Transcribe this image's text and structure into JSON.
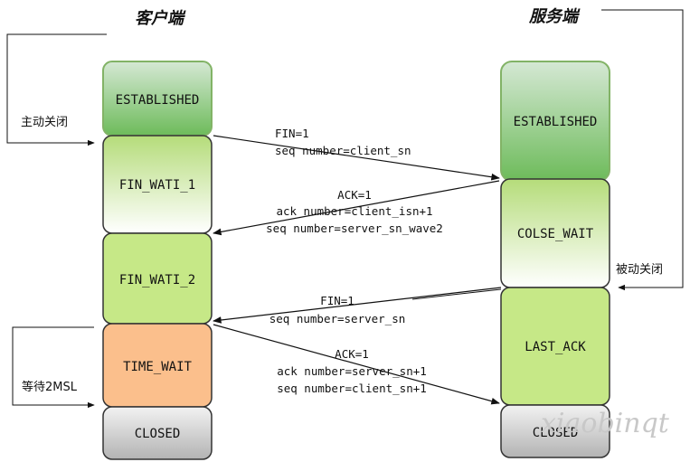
{
  "titles": {
    "client": "客户端",
    "server": "服务端"
  },
  "client_states": [
    "ESTABLISHED",
    "FIN_WATI_1",
    "FIN_WATI_2",
    "TIME_WAIT",
    "CLOSED"
  ],
  "server_states": [
    "ESTABLISHED",
    "COLSE_WAIT",
    "LAST_ACK",
    "CLOSED"
  ],
  "side_labels": {
    "client_close": "主动关闭",
    "server_close": "被动关闭",
    "wait": "等待2MSL"
  },
  "messages": [
    {
      "lines": [
        "FIN=1",
        "seq number=client_sn"
      ]
    },
    {
      "lines": [
        "ACK=1",
        "ack number=client_isn+1",
        "seq number=server_sn_wave2"
      ]
    },
    {
      "lines": [
        "FIN=1",
        "seq number=server_sn"
      ]
    },
    {
      "lines": [
        "ACK=1",
        "ack number=server_sn+1",
        "seq number=client_sn+1"
      ]
    }
  ],
  "watermark": "xiaobinqt",
  "colors": {
    "green_dark": "#7cc26a",
    "green_light": "#ffffff",
    "lime": "#c6e887",
    "lime_light": "#ffffff",
    "orange": "#fbbf8c",
    "gray": "#c8c8c8",
    "stroke_green": "#82b366",
    "stroke_dark": "#333333"
  }
}
